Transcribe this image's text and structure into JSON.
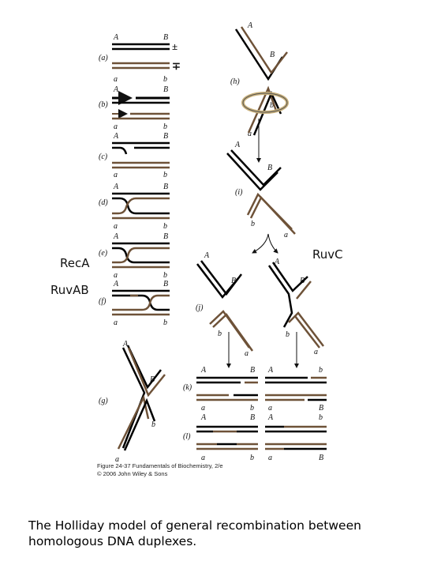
{
  "strand_colors": {
    "top": "#000000",
    "bottom": "#6e5238"
  },
  "panel_labels": {
    "a": "(a)",
    "b": "(b)",
    "c": "(c)",
    "d": "(d)",
    "e": "(e)",
    "f": "(f)",
    "g": "(g)",
    "h": "(h)",
    "i": "(i)",
    "j": "(j)",
    "k": "(k)",
    "l": "(l)"
  },
  "markers": {
    "A": "A",
    "B": "B",
    "a": "a",
    "b": "b",
    "plus_minus": "±",
    "minus_plus": "∓"
  },
  "enzymes": {
    "reca": "RecA",
    "ruvab": "RuvAB",
    "ruvc": "RuvC"
  },
  "credit": {
    "line1": "Figure 24-37 Fundamentals of Biochemistry, 2/e",
    "line2": "© 2006 John Wiley & Sons"
  },
  "caption": "The Holliday model of general recombination between homologous DNA duplexes."
}
